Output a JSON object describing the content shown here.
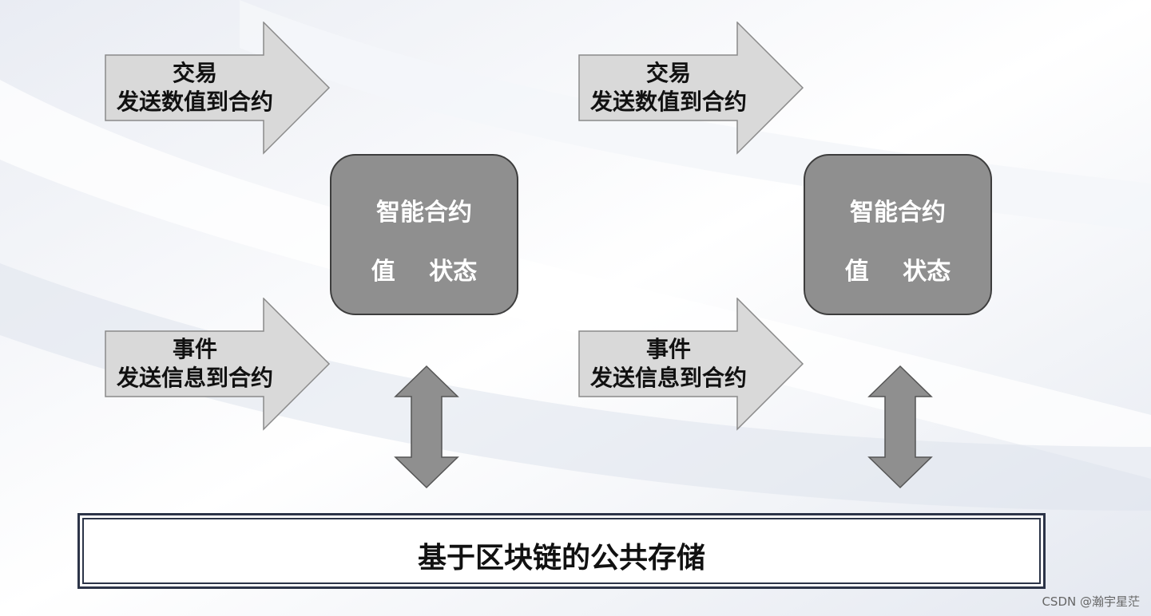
{
  "left": {
    "tx_arrow": {
      "line1": "交易",
      "line2": "发送数值到合约"
    },
    "contract": {
      "title": "智能合约",
      "value": "值",
      "state": "状态"
    },
    "event_arrow": {
      "line1": "事件",
      "line2": "发送信息到合约"
    }
  },
  "right": {
    "tx_arrow": {
      "line1": "交易",
      "line2": "发送数值到合约"
    },
    "contract": {
      "title": "智能合约",
      "value": "值",
      "state": "状态"
    },
    "event_arrow": {
      "line1": "事件",
      "line2": "发送信息到合约"
    }
  },
  "storage": {
    "label": "基于区块链的公共存储"
  },
  "watermark": "CSDN @瀚宇星茫",
  "colors": {
    "arrow_fill": "#d9d9d9",
    "contract_fill": "#8f8f8f",
    "double_arrow_fill": "#8f8f8f",
    "storage_border": "#2c3448"
  }
}
